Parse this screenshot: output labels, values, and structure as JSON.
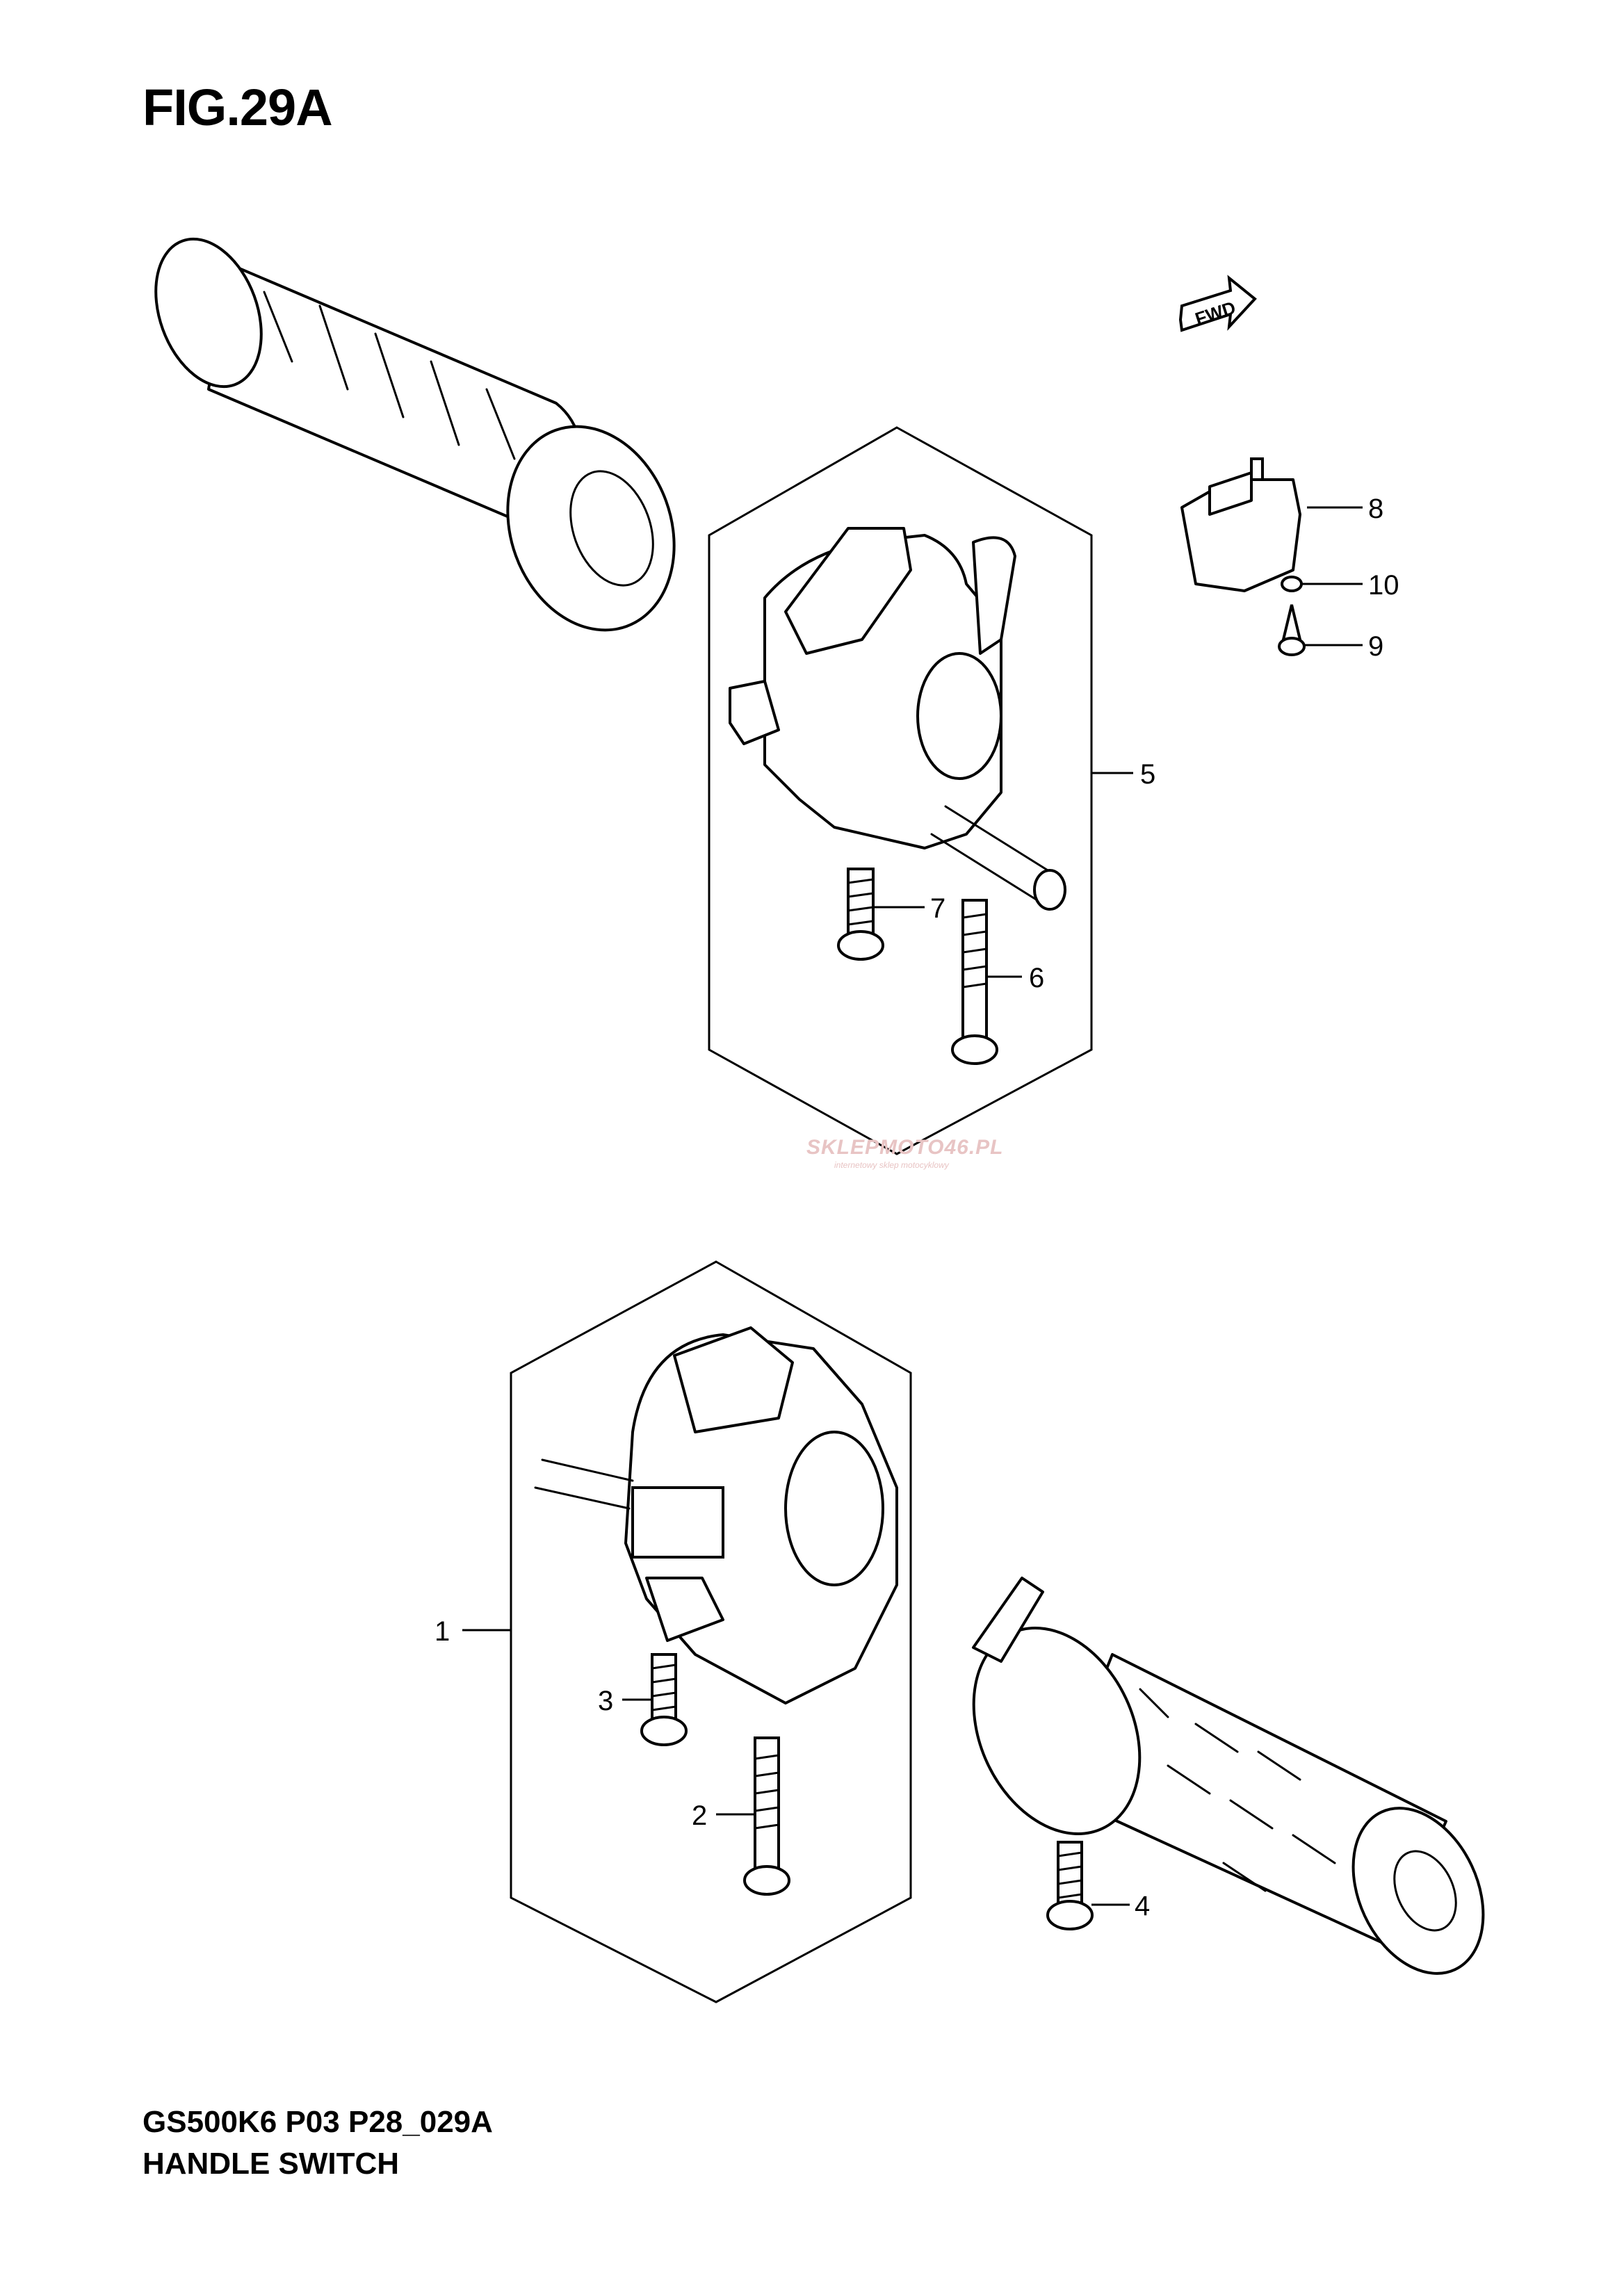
{
  "figure": {
    "title": "FIG.29A"
  },
  "footer": {
    "code": "GS500K6 P03 P28_029A",
    "caption": "HANDLE SWITCH"
  },
  "direction_indicator": {
    "label": "FWD",
    "icon": "fwd-arrow-icon"
  },
  "watermark": {
    "line1": "SKLEPMOTO46.PL",
    "line2": "internetowy sklep motocyklowy"
  },
  "callouts": [
    {
      "id": "1",
      "label": "1"
    },
    {
      "id": "2",
      "label": "2"
    },
    {
      "id": "3",
      "label": "3"
    },
    {
      "id": "4",
      "label": "4"
    },
    {
      "id": "5",
      "label": "5"
    },
    {
      "id": "6",
      "label": "6"
    },
    {
      "id": "7",
      "label": "7"
    },
    {
      "id": "8",
      "label": "8"
    },
    {
      "id": "9",
      "label": "9"
    },
    {
      "id": "10",
      "label": "10"
    }
  ]
}
